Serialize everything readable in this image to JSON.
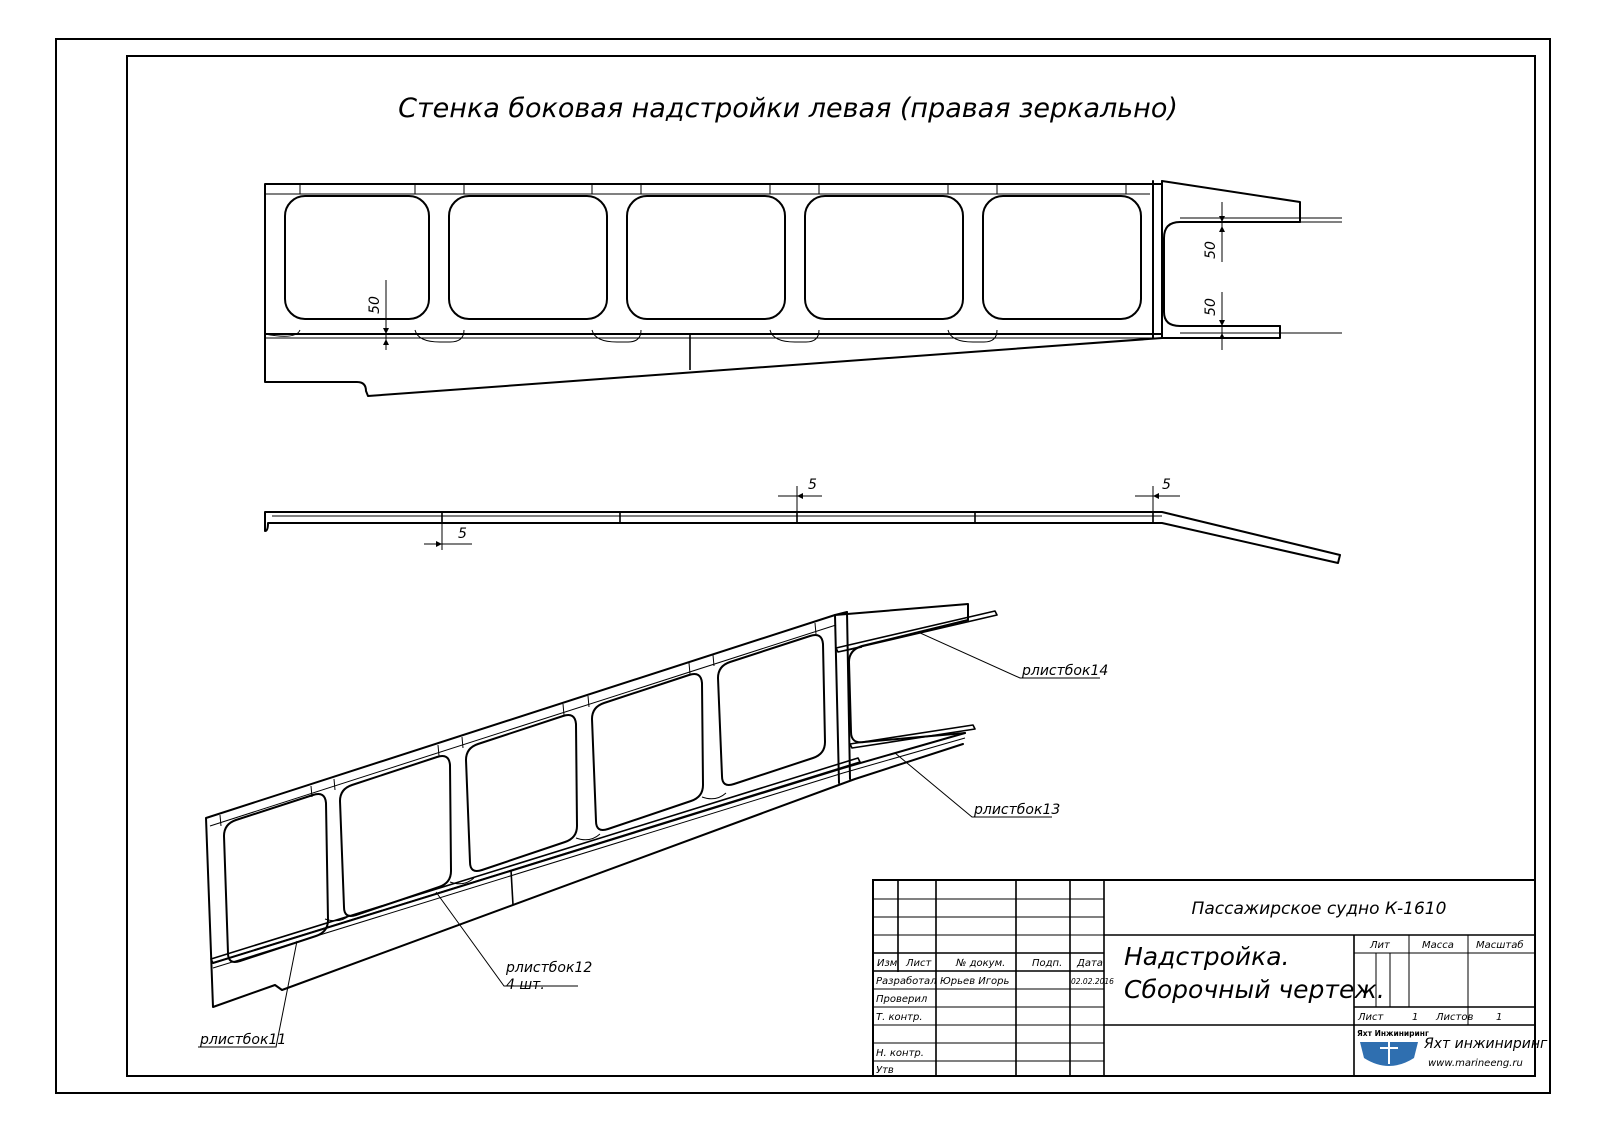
{
  "drawing": {
    "title": "Стенка боковая надстройки левая (правая зеркально)",
    "dimensions": {
      "front_view_left": "50",
      "front_view_right_upper": "50",
      "front_view_right_lower": "50",
      "top_view_left": "5",
      "top_view_middle": "5",
      "top_view_right": "5"
    },
    "part_labels": {
      "p14": "рлистбок14",
      "p13": "рлистбок13",
      "p12": "рлистбок12",
      "p12_qty": "4 шт.",
      "p11": "рлистбок11"
    }
  },
  "title_block": {
    "project": "Пассажирское судно К-1610",
    "doc_name_line1": "Надстройка.",
    "doc_name_line2": "Сборочный чертеж.",
    "headers": {
      "izm": "Изм",
      "list": "Лист",
      "doc_no": "№ докум.",
      "sign": "Подп.",
      "date": "Дата"
    },
    "roles": {
      "developed": "Разработал",
      "checked": "Проверил",
      "t_control": "Т. контр.",
      "n_control": "Н. контр.",
      "approved": "Утв"
    },
    "developer_name": "Юрьев Игорь",
    "date_value": "02.02.2016",
    "lit_label": "Лит",
    "mass_label": "Масса",
    "scale_label": "Масштаб",
    "sheet_label": "Лист",
    "sheet_value": "1",
    "sheets_label": "Листов",
    "sheets_value": "1",
    "company_logo_text": "Яхт Инжиниринг",
    "company_name": "Яхт инжиниринг",
    "company_site": "www.marineeng.ru",
    "logo_color": "#2f6fb0"
  }
}
